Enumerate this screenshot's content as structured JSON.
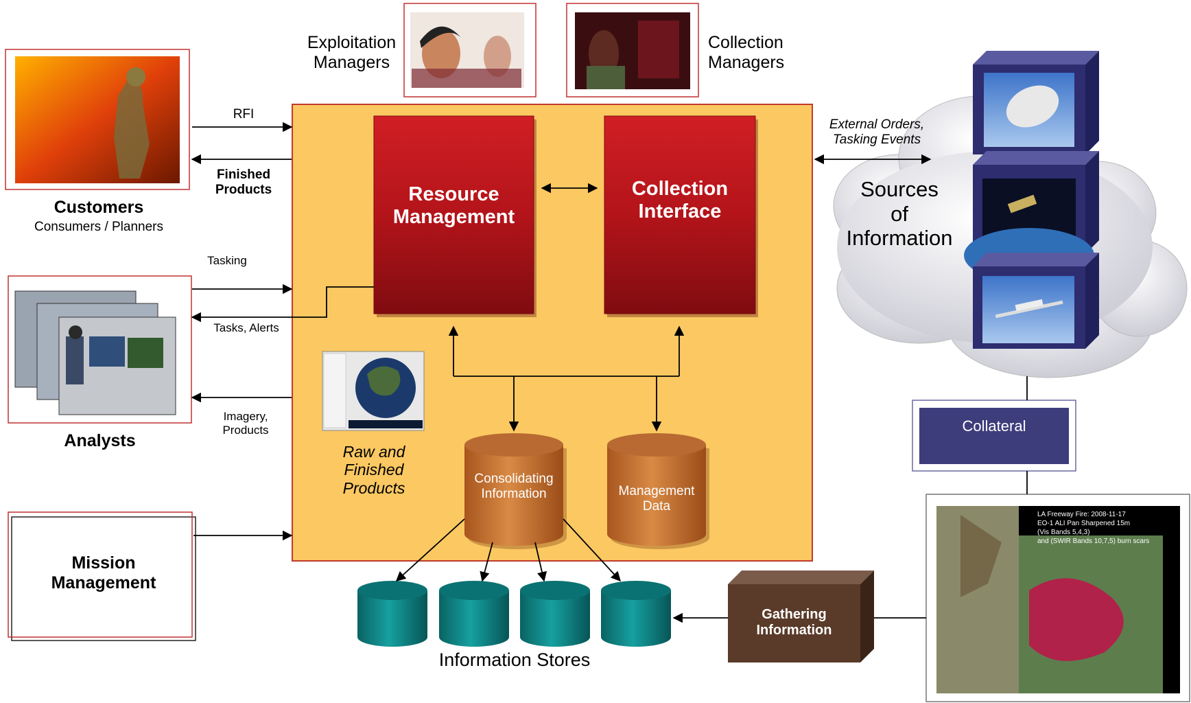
{
  "top": {
    "exploitation_managers": "Exploitation\nManagers",
    "collection_managers": "Collection\nManagers"
  },
  "customers": {
    "title": "Customers",
    "subtitle": "Consumers / Planners",
    "rfi": "RFI",
    "finished_products": "Finished\nProducts"
  },
  "analysts": {
    "title": "Analysts",
    "tasking": "Tasking",
    "tasks_alerts": "Tasks, Alerts",
    "imagery_products": "Imagery,\nProducts"
  },
  "mission": {
    "title": "Mission\nManagement"
  },
  "core": {
    "resource_management": "Resource\nManagement",
    "collection_interface": "Collection\nInterface",
    "raw_finished_products": "Raw and\nFinished\nProducts",
    "consolidating_information": "Consolidating\nInformation",
    "management_data": "Management\nData"
  },
  "stores": {
    "title": "Information Stores"
  },
  "sources": {
    "external_orders": "External Orders,\nTasking Events",
    "title": "Sources\nof\nInformation",
    "collateral": "Collateral",
    "gathering_information": "Gathering\nInformation"
  },
  "fire_map": {
    "caption": "LA Freeway Fire: 2008-11-17\n   EO-1 ALI Pan Sharpened 15m\n(Vis Bands 5,4,3)\nand (SWIR Bands 10,7,5) burn scars"
  },
  "colors": {
    "core_fill": "#fbc862",
    "core_border": "#c0392b",
    "red_box": "#b8141a",
    "cylinder_orange": "#c86a2a",
    "cylinder_teal": "#0e7f80",
    "collateral_fill": "#3d3d7c",
    "gathering_fill": "#5a3a28"
  }
}
